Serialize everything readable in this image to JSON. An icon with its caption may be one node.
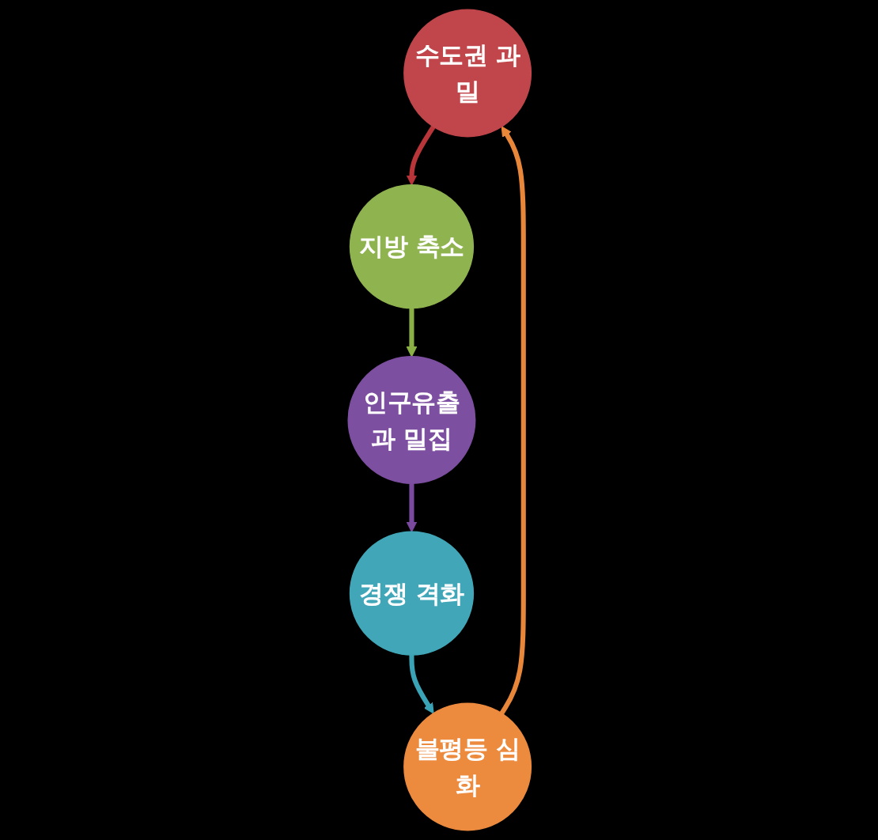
{
  "diagram": {
    "nodes": [
      {
        "text": [
          "수도권 과밀"
        ]
      },
      {
        "text": [
          "지방 축소"
        ]
      },
      {
        "text": [
          "인구유출과 밀집"
        ]
      },
      {
        "text": [
          "경쟁 격화"
        ]
      },
      {
        "text": [
          "불평등 심화"
        ]
      }
    ],
    "edges": [
      {
        "from": 0,
        "to": 1,
        "arrow": "to",
        "color": "#b8353a"
      },
      {
        "from": 1,
        "to": 2,
        "arrow": "to",
        "color": "#8bb046"
      },
      {
        "from": 2,
        "to": 3,
        "arrow": "to",
        "color": "#7a4a9e"
      },
      {
        "from": 3,
        "to": 4,
        "arrow": "to",
        "color": "#3aa3b5"
      },
      {
        "from": 4,
        "to": 0,
        "arrow": "to",
        "color": "#e8873a"
      }
    ]
  }
}
